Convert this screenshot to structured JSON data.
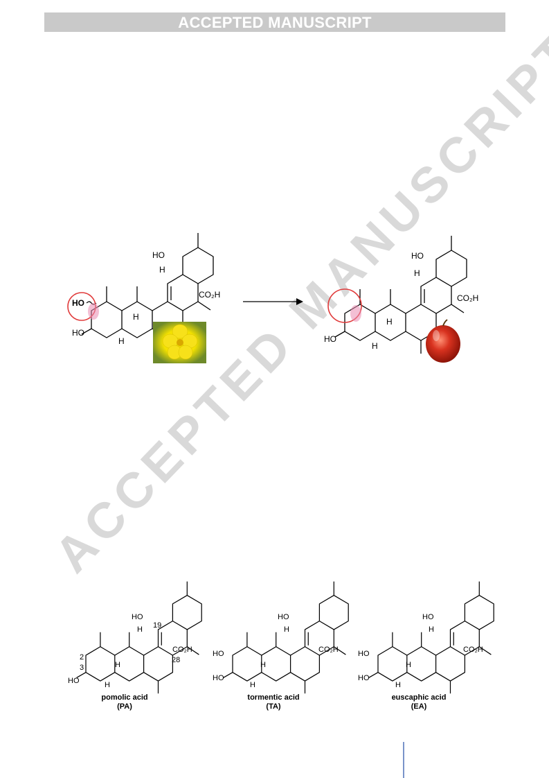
{
  "header": {
    "banner_text": "ACCEPTED MANUSCRIPT"
  },
  "watermark": {
    "text": "ACCEPTED MANUSCRIPT"
  },
  "scheme": {
    "left_labels": {
      "ho_19": "HO",
      "h_18": "H",
      "ho_2": "HO",
      "ho_3": "HO",
      "h_9": "H",
      "h_5": "H",
      "co2h": "CO₂H"
    },
    "right_labels": {
      "ho_19": "HO",
      "h_18": "H",
      "ho_3": "HO",
      "h_9": "H",
      "h_5": "H",
      "co2h": "CO₂H"
    },
    "left_image": "flower-photo",
    "right_image": "apple-photo",
    "arrow": "reaction-arrow"
  },
  "compounds": [
    {
      "name": "pomolic acid",
      "abbr": "(PA)",
      "labels": {
        "ho_19": "HO",
        "num_19": "19",
        "h_18": "H",
        "co2h": "CO₂H",
        "num_28": "28",
        "num_2": "2",
        "num_3": "3",
        "ho_3": "HO",
        "h_9": "H",
        "h_5": "H"
      }
    },
    {
      "name": "tormentic acid",
      "abbr": "(TA)",
      "labels": {
        "ho_19": "HO",
        "h_18": "H",
        "co2h": "CO₂H",
        "ho_2": "HO",
        "ho_3": "HO",
        "h_9": "H",
        "h_5": "H"
      }
    },
    {
      "name": "euscaphic acid",
      "abbr": "(EA)",
      "labels": {
        "ho_19": "HO",
        "h_18": "H",
        "co2h": "CO₂H",
        "ho_2": "HO",
        "ho_3": "HO",
        "h_9": "H",
        "h_5": "H"
      }
    }
  ],
  "colors": {
    "circle": "#e03a3a",
    "watermark": "#d9d9d9",
    "banner": "#c9c9c9",
    "rule": "#7a94c9"
  }
}
